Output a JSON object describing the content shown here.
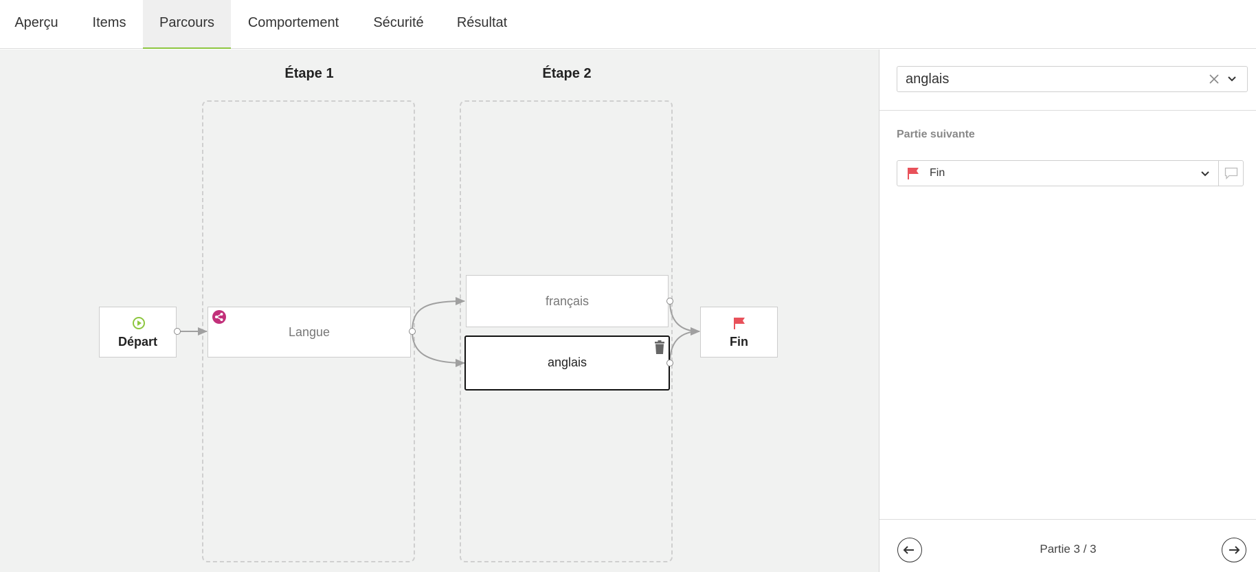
{
  "tabs": [
    {
      "label": "Aperçu"
    },
    {
      "label": "Items"
    },
    {
      "label": "Parcours",
      "active": true
    },
    {
      "label": "Comportement"
    },
    {
      "label": "Sécurité"
    },
    {
      "label": "Résultat"
    }
  ],
  "flow": {
    "steps": [
      {
        "title": "Étape 1"
      },
      {
        "title": "Étape 2"
      }
    ],
    "start": {
      "label": "Départ",
      "icon": "play-circle-icon"
    },
    "end": {
      "label": "Fin",
      "icon": "flag-icon"
    },
    "nodes": {
      "langue": {
        "label": "Langue",
        "icon": "branch-icon"
      },
      "francais": {
        "label": "français"
      },
      "anglais": {
        "label": "anglais",
        "selected": true,
        "icon": "trash-icon"
      }
    }
  },
  "panel": {
    "selected_part": "anglais",
    "next_part_label": "Partie suivante",
    "next_part_value": "Fin",
    "pager": "Partie 3 / 3"
  },
  "colors": {
    "accent_green": "#8dc63f",
    "flag_red": "#e8515a",
    "branch_magenta": "#c2307a",
    "canvas_bg": "#f1f2f1"
  }
}
